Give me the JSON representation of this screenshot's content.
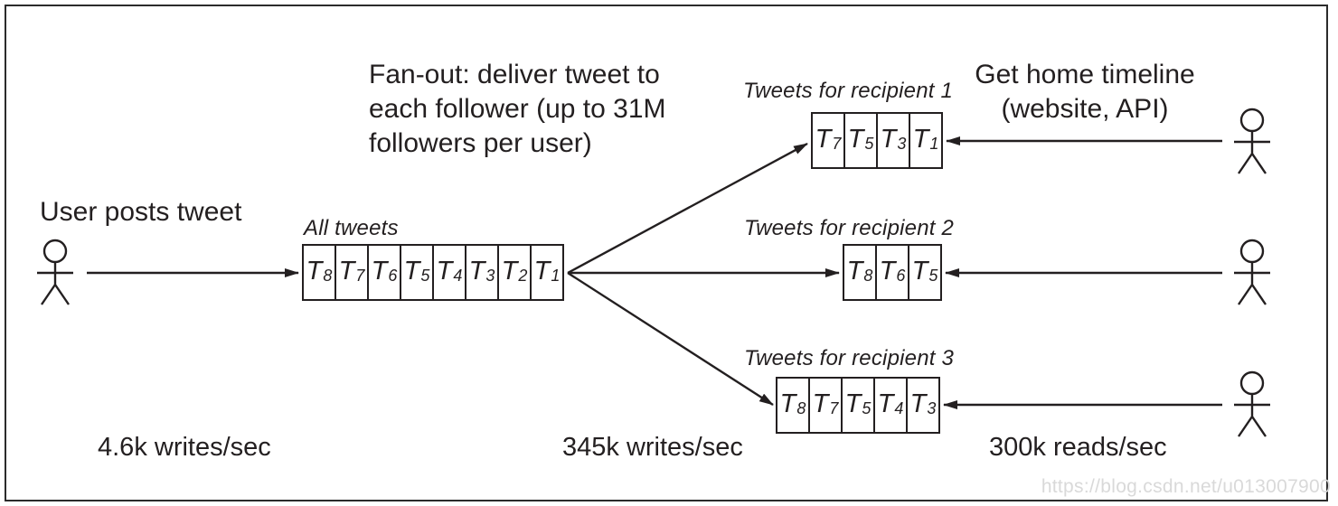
{
  "annotations": {
    "fanout_note": "Fan-out: deliver tweet to\neach follower (up to 31M\nfollowers per user)",
    "get_timeline": "Get home timeline\n(website, API)",
    "user_posts": "User posts tweet"
  },
  "queues": {
    "all_tweets": {
      "label": "All tweets",
      "cells": [
        {
          "t": "T",
          "sub": "8"
        },
        {
          "t": "T",
          "sub": "7"
        },
        {
          "t": "T",
          "sub": "6"
        },
        {
          "t": "T",
          "sub": "5"
        },
        {
          "t": "T",
          "sub": "4"
        },
        {
          "t": "T",
          "sub": "3"
        },
        {
          "t": "T",
          "sub": "2"
        },
        {
          "t": "T",
          "sub": "1"
        }
      ]
    },
    "recipient_1": {
      "label": "Tweets for recipient 1",
      "cells": [
        {
          "t": "T",
          "sub": "7"
        },
        {
          "t": "T",
          "sub": "5"
        },
        {
          "t": "T",
          "sub": "3"
        },
        {
          "t": "T",
          "sub": "1"
        }
      ]
    },
    "recipient_2": {
      "label": "Tweets for recipient 2",
      "cells": [
        {
          "t": "T",
          "sub": "8"
        },
        {
          "t": "T",
          "sub": "6"
        },
        {
          "t": "T",
          "sub": "5"
        }
      ]
    },
    "recipient_3": {
      "label": "Tweets for recipient 3",
      "cells": [
        {
          "t": "T",
          "sub": "8"
        },
        {
          "t": "T",
          "sub": "7"
        },
        {
          "t": "T",
          "sub": "5"
        },
        {
          "t": "T",
          "sub": "4"
        },
        {
          "t": "T",
          "sub": "3"
        }
      ]
    }
  },
  "metrics": {
    "writes_in": "4.6k writes/sec",
    "writes_fanout": "345k writes/sec",
    "reads": "300k reads/sec"
  },
  "icons": {
    "posting_user": "person-stick-figure",
    "reader_1": "person-stick-figure",
    "reader_2": "person-stick-figure",
    "reader_3": "person-stick-figure"
  },
  "watermark": "https://blog.csdn.net/u013007900",
  "colors": {
    "line": "#231f20",
    "text": "#231f20",
    "frame": "#2b2b2b",
    "watermark": "#d9d9d9",
    "background": "#ffffff"
  }
}
